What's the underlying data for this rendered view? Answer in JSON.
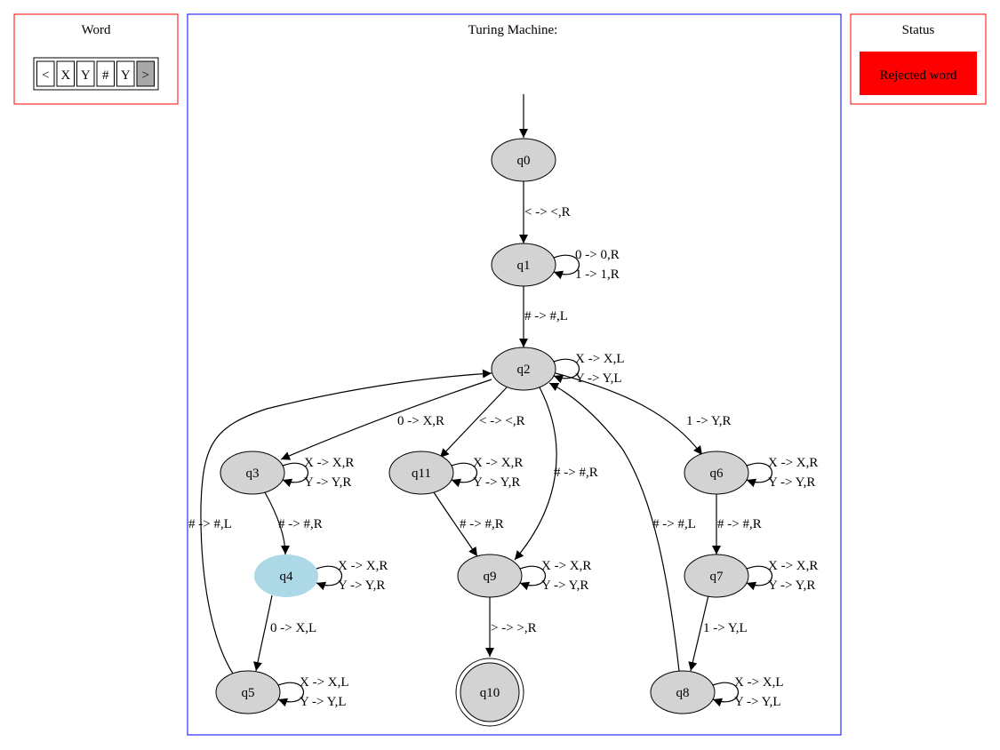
{
  "word_panel": {
    "title": "Word",
    "cells": [
      "<",
      "X",
      "Y",
      "#",
      "Y",
      ">"
    ],
    "head_index": 5,
    "frame_color": "#ff0000",
    "head_color": "#a8a8a8"
  },
  "machine_panel": {
    "title": "Turing Machine:",
    "frame_color": "#0000ff"
  },
  "status_panel": {
    "title": "Status",
    "message": "Rejected word",
    "frame_color": "#ff0000",
    "status_color": "#ff0000"
  },
  "states": [
    {
      "id": "q0"
    },
    {
      "id": "q1"
    },
    {
      "id": "q2"
    },
    {
      "id": "q3"
    },
    {
      "id": "q4",
      "active": true
    },
    {
      "id": "q5"
    },
    {
      "id": "q6"
    },
    {
      "id": "q7"
    },
    {
      "id": "q8"
    },
    {
      "id": "q9"
    },
    {
      "id": "q10",
      "accepting": true
    },
    {
      "id": "q11"
    }
  ],
  "state_colors": {
    "normal": "#d3d3d3",
    "active": "#add8e6"
  },
  "transitions": [
    {
      "from": "q0",
      "to": "q1",
      "labels": [
        "< -> <,R"
      ]
    },
    {
      "from": "q1",
      "to": "q1",
      "labels": [
        "0 -> 0,R",
        "1 -> 1,R"
      ]
    },
    {
      "from": "q1",
      "to": "q2",
      "labels": [
        "# -> #,L"
      ]
    },
    {
      "from": "q2",
      "to": "q2",
      "labels": [
        "X -> X,L",
        "Y -> Y,L"
      ]
    },
    {
      "from": "q2",
      "to": "q3",
      "labels": [
        "0 -> X,R"
      ]
    },
    {
      "from": "q2",
      "to": "q11",
      "labels": [
        "< -> <,R"
      ]
    },
    {
      "from": "q2",
      "to": "q9",
      "labels": [
        "# -> #,R"
      ]
    },
    {
      "from": "q2",
      "to": "q6",
      "labels": [
        "1 -> Y,R"
      ]
    },
    {
      "from": "q3",
      "to": "q3",
      "labels": [
        "X -> X,R",
        "Y -> Y,R"
      ]
    },
    {
      "from": "q11",
      "to": "q11",
      "labels": [
        "X -> X,R",
        "Y -> Y,R"
      ]
    },
    {
      "from": "q6",
      "to": "q6",
      "labels": [
        "X -> X,R",
        "Y -> Y,R"
      ]
    },
    {
      "from": "q3",
      "to": "q4",
      "labels": [
        "# -> #,R"
      ]
    },
    {
      "from": "q11",
      "to": "q9",
      "labels": [
        "# -> #,R"
      ]
    },
    {
      "from": "q6",
      "to": "q7",
      "labels": [
        "# -> #,R"
      ]
    },
    {
      "from": "q4",
      "to": "q4",
      "labels": [
        "X -> X,R",
        "Y -> Y,R"
      ]
    },
    {
      "from": "q9",
      "to": "q9",
      "labels": [
        "X -> X,R",
        "Y -> Y,R"
      ]
    },
    {
      "from": "q7",
      "to": "q7",
      "labels": [
        "X -> X,R",
        "Y -> Y,R"
      ]
    },
    {
      "from": "q4",
      "to": "q5",
      "labels": [
        "0 -> X,L"
      ]
    },
    {
      "from": "q9",
      "to": "q10",
      "labels": [
        "> -> >,R"
      ]
    },
    {
      "from": "q7",
      "to": "q8",
      "labels": [
        "1 -> Y,L"
      ]
    },
    {
      "from": "q5",
      "to": "q5",
      "labels": [
        "X -> X,L",
        "Y -> Y,L"
      ]
    },
    {
      "from": "q8",
      "to": "q8",
      "labels": [
        "X -> X,L",
        "Y -> Y,L"
      ]
    },
    {
      "from": "q5",
      "to": "q2",
      "labels": [
        "# -> #,L"
      ]
    },
    {
      "from": "q8",
      "to": "q2",
      "labels": [
        "# -> #,L"
      ]
    }
  ]
}
